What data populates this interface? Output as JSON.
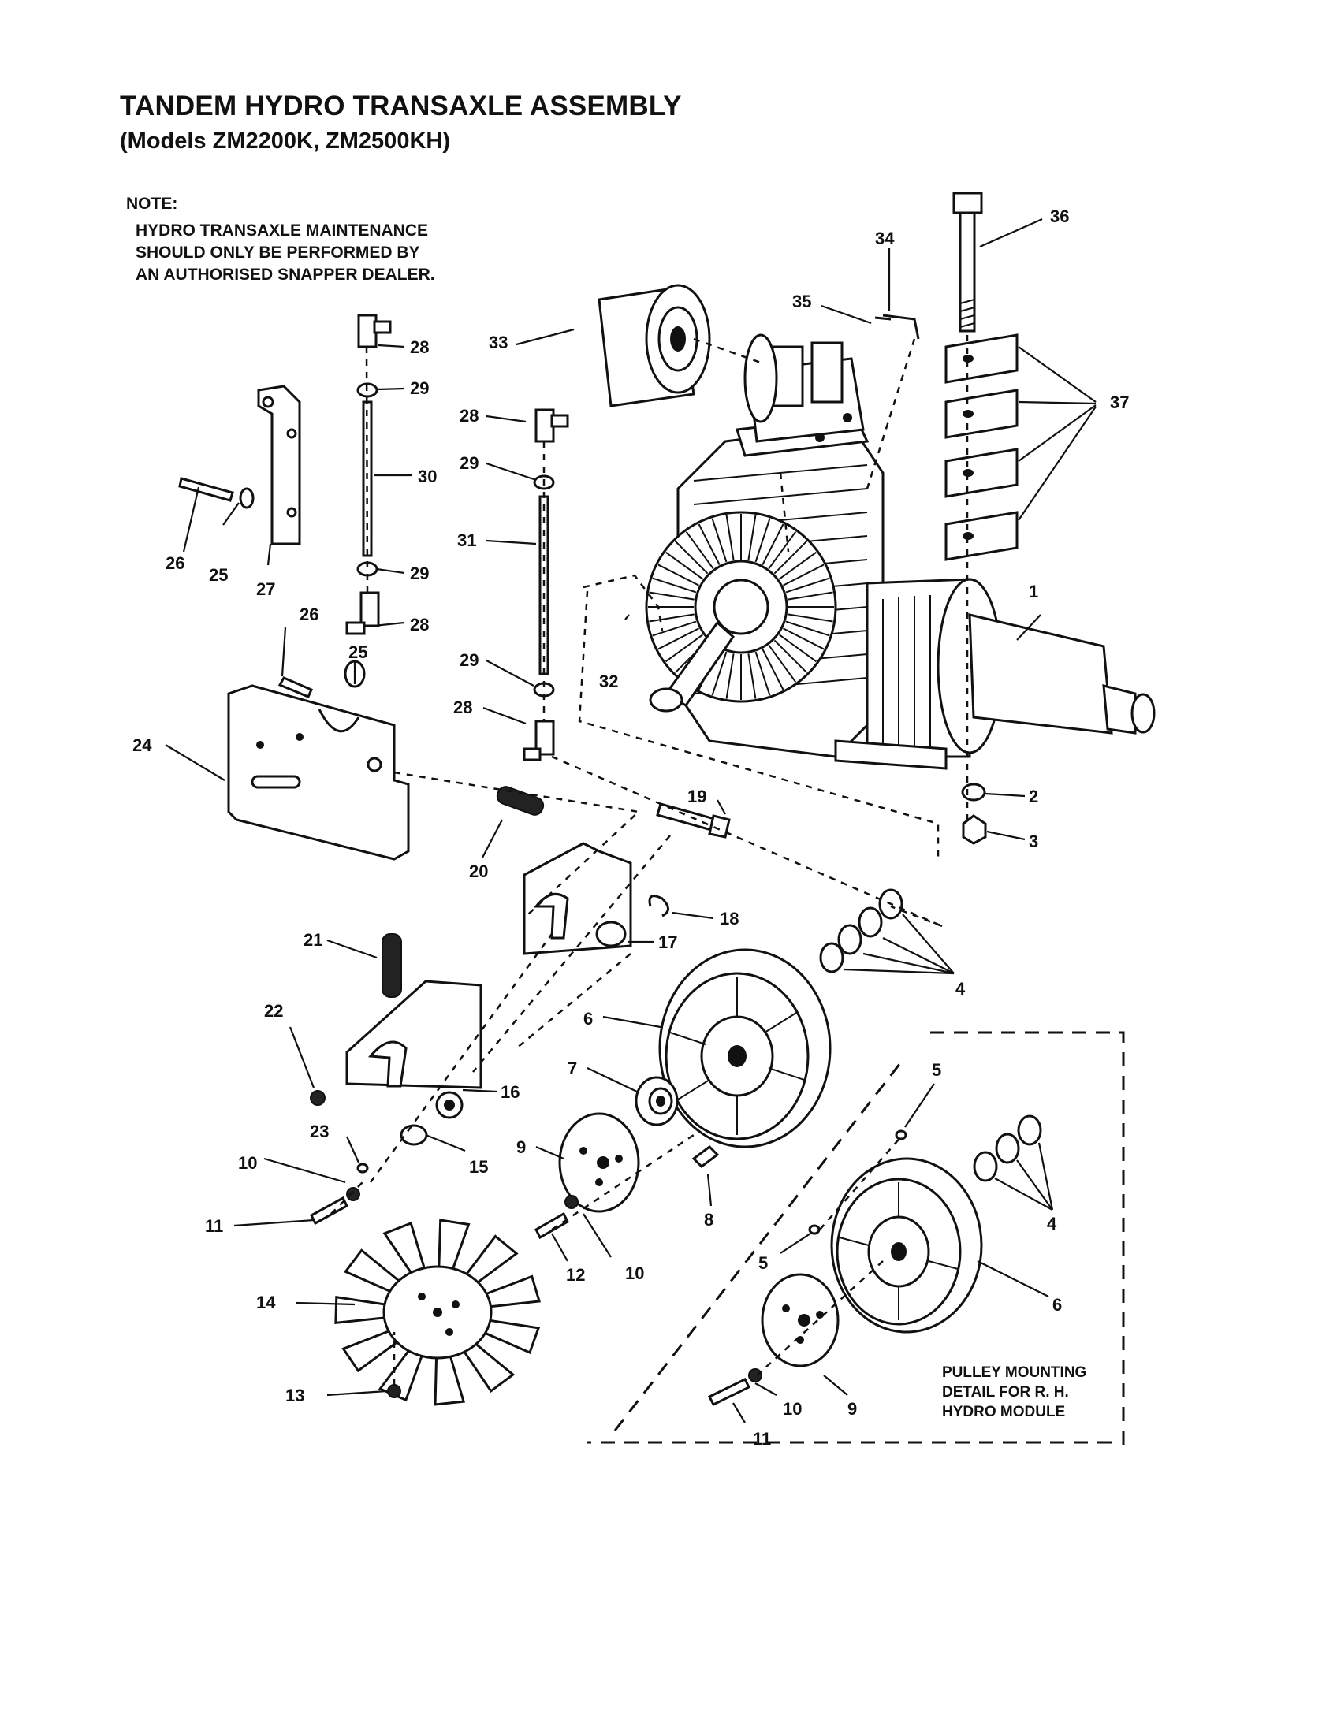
{
  "header": {
    "title": "TANDEM HYDRO TRANSAXLE ASSEMBLY",
    "subtitle": "(Models ZM2200K, ZM2500KH)"
  },
  "note": {
    "heading": "NOTE:",
    "lines": [
      "HYDRO TRANSAXLE MAINTENANCE",
      "SHOULD ONLY BE PERFORMED BY",
      "AN AUTHORISED SNAPPER DEALER."
    ]
  },
  "detail": {
    "lines": [
      "PULLEY MOUNTING",
      "DETAIL FOR R. H.",
      "HYDRO MODULE"
    ]
  },
  "callouts": [
    {
      "id": "c1",
      "text": "1"
    },
    {
      "id": "c2",
      "text": "2"
    },
    {
      "id": "c3",
      "text": "3"
    },
    {
      "id": "c4a",
      "text": "4"
    },
    {
      "id": "c4b",
      "text": "4"
    },
    {
      "id": "c5a",
      "text": "5"
    },
    {
      "id": "c5b",
      "text": "5"
    },
    {
      "id": "c6a",
      "text": "6"
    },
    {
      "id": "c6b",
      "text": "6"
    },
    {
      "id": "c7",
      "text": "7"
    },
    {
      "id": "c8",
      "text": "8"
    },
    {
      "id": "c9a",
      "text": "9"
    },
    {
      "id": "c9b",
      "text": "9"
    },
    {
      "id": "c10a",
      "text": "10"
    },
    {
      "id": "c10b",
      "text": "10"
    },
    {
      "id": "c10c",
      "text": "10"
    },
    {
      "id": "c11a",
      "text": "11"
    },
    {
      "id": "c11b",
      "text": "11"
    },
    {
      "id": "c12",
      "text": "12"
    },
    {
      "id": "c13",
      "text": "13"
    },
    {
      "id": "c14",
      "text": "14"
    },
    {
      "id": "c15",
      "text": "15"
    },
    {
      "id": "c16",
      "text": "16"
    },
    {
      "id": "c17",
      "text": "17"
    },
    {
      "id": "c18",
      "text": "18"
    },
    {
      "id": "c19",
      "text": "19"
    },
    {
      "id": "c20",
      "text": "20"
    },
    {
      "id": "c21",
      "text": "21"
    },
    {
      "id": "c22",
      "text": "22"
    },
    {
      "id": "c23",
      "text": "23"
    },
    {
      "id": "c24",
      "text": "24"
    },
    {
      "id": "c25a",
      "text": "25"
    },
    {
      "id": "c25b",
      "text": "25"
    },
    {
      "id": "c26a",
      "text": "26"
    },
    {
      "id": "c26b",
      "text": "26"
    },
    {
      "id": "c27",
      "text": "27"
    },
    {
      "id": "c28a",
      "text": "28"
    },
    {
      "id": "c28b",
      "text": "28"
    },
    {
      "id": "c28c",
      "text": "28"
    },
    {
      "id": "c28d",
      "text": "28"
    },
    {
      "id": "c29a",
      "text": "29"
    },
    {
      "id": "c29b",
      "text": "29"
    },
    {
      "id": "c29c",
      "text": "29"
    },
    {
      "id": "c29d",
      "text": "29"
    },
    {
      "id": "c30",
      "text": "30"
    },
    {
      "id": "c31",
      "text": "31"
    },
    {
      "id": "c32",
      "text": "32"
    },
    {
      "id": "c33",
      "text": "33"
    },
    {
      "id": "c34",
      "text": "34"
    },
    {
      "id": "c35",
      "text": "35"
    },
    {
      "id": "c36",
      "text": "36"
    },
    {
      "id": "c37",
      "text": "37"
    }
  ]
}
